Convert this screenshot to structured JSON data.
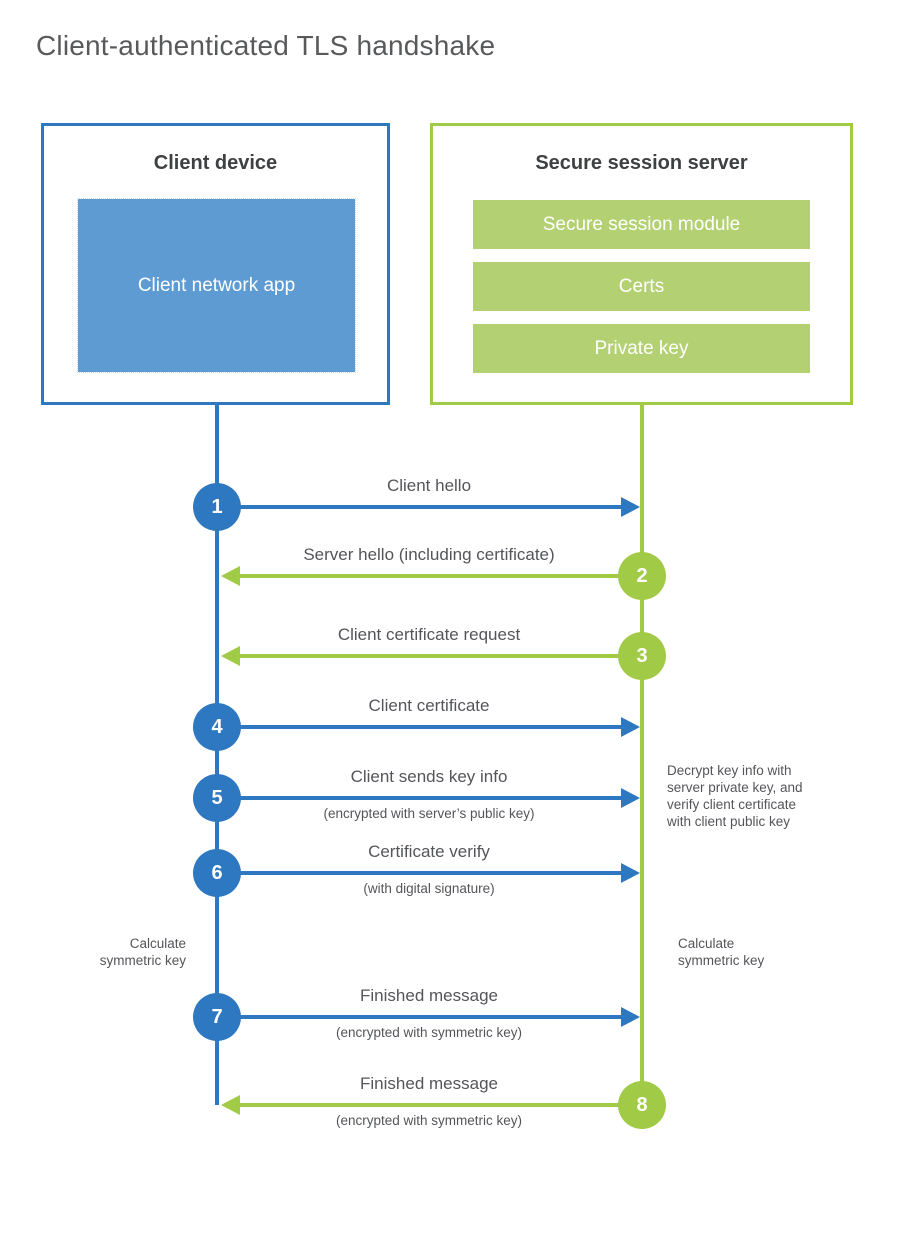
{
  "title": "Client-authenticated TLS handshake",
  "colors": {
    "blue": "#2e78c1",
    "blue_fill": "#5e9bd3",
    "green": "#a1ca47",
    "green_fill": "#b3d172"
  },
  "client": {
    "heading": "Client device",
    "app_label": "Client network app"
  },
  "server": {
    "heading": "Secure session server",
    "modules": [
      "Secure session module",
      "Certs",
      "Private key"
    ]
  },
  "messages": [
    {
      "number": "1",
      "from": "client",
      "label": "Client hello",
      "sublabel": ""
    },
    {
      "number": "2",
      "from": "server",
      "label": "Server hello (including certificate)",
      "sublabel": ""
    },
    {
      "number": "3",
      "from": "server",
      "label": "Client certificate request",
      "sublabel": ""
    },
    {
      "number": "4",
      "from": "client",
      "label": "Client certificate",
      "sublabel": ""
    },
    {
      "number": "5",
      "from": "client",
      "label": "Client sends key info",
      "sublabel": "(encrypted with server’s public key)"
    },
    {
      "number": "6",
      "from": "client",
      "label": "Certificate verify",
      "sublabel": "(with digital signature)"
    },
    {
      "number": "7",
      "from": "client",
      "label": "Finished message",
      "sublabel": "(encrypted with symmetric key)"
    },
    {
      "number": "8",
      "from": "server",
      "label": "Finished message",
      "sublabel": "(encrypted with symmetric key)"
    }
  ],
  "notes": {
    "decrypt_note": "Decrypt key info with\nserver private key, and\nverify client certificate\nwith client public key",
    "calculate_left": "Calculate\nsymmetric key",
    "calculate_right": "Calculate\nsymmetric key"
  }
}
